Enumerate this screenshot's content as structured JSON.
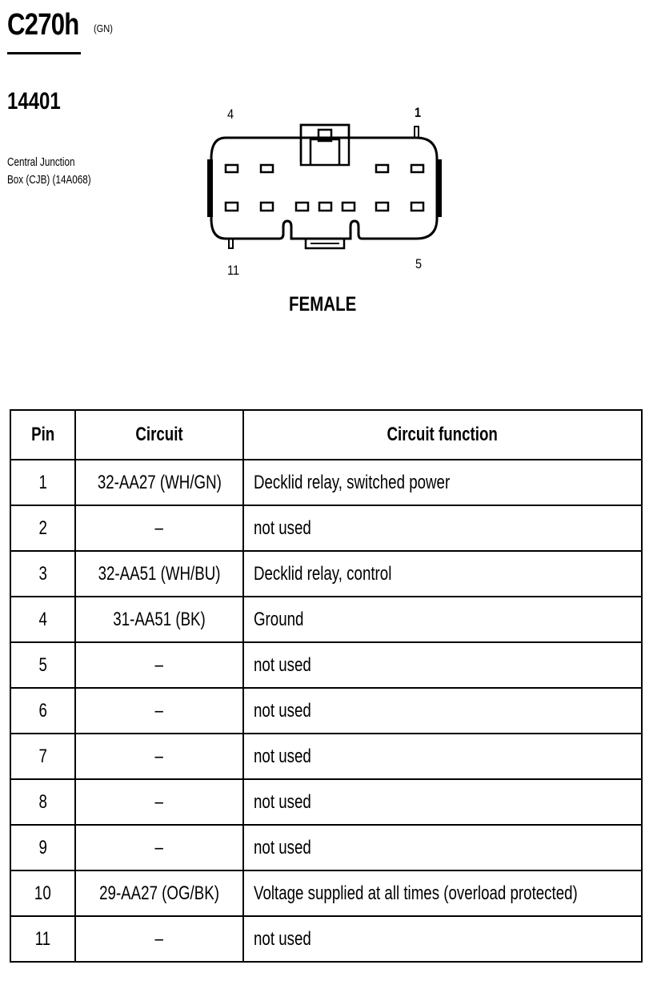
{
  "header": {
    "connector_id": "C270h",
    "color_code": "(GN)",
    "harness_number": "14401",
    "component_line1": "Central Junction",
    "component_line2": "Box (CJB) (14A068)"
  },
  "connector": {
    "pin_labels": {
      "top_left": "4",
      "top_right": "1",
      "bottom_left": "11",
      "bottom_right": "5"
    },
    "gender": "FEMALE"
  },
  "table": {
    "headers": {
      "pin": "Pin",
      "circuit": "Circuit",
      "function": "Circuit function"
    },
    "rows": [
      {
        "pin": "1",
        "circuit": "32-AA27 (WH/GN)",
        "function": "Decklid relay, switched power"
      },
      {
        "pin": "2",
        "circuit": "–",
        "function": "not used"
      },
      {
        "pin": "3",
        "circuit": "32-AA51 (WH/BU)",
        "function": "Decklid relay, control"
      },
      {
        "pin": "4",
        "circuit": "31-AA51 (BK)",
        "function": "Ground"
      },
      {
        "pin": "5",
        "circuit": "–",
        "function": "not used"
      },
      {
        "pin": "6",
        "circuit": "–",
        "function": "not used"
      },
      {
        "pin": "7",
        "circuit": "–",
        "function": "not used"
      },
      {
        "pin": "8",
        "circuit": "–",
        "function": "not used"
      },
      {
        "pin": "9",
        "circuit": "–",
        "function": "not used"
      },
      {
        "pin": "10",
        "circuit": "29-AA27 (OG/BK)",
        "function": "Voltage supplied at all times (overload protected)"
      },
      {
        "pin": "11",
        "circuit": "–",
        "function": "not used"
      }
    ]
  }
}
